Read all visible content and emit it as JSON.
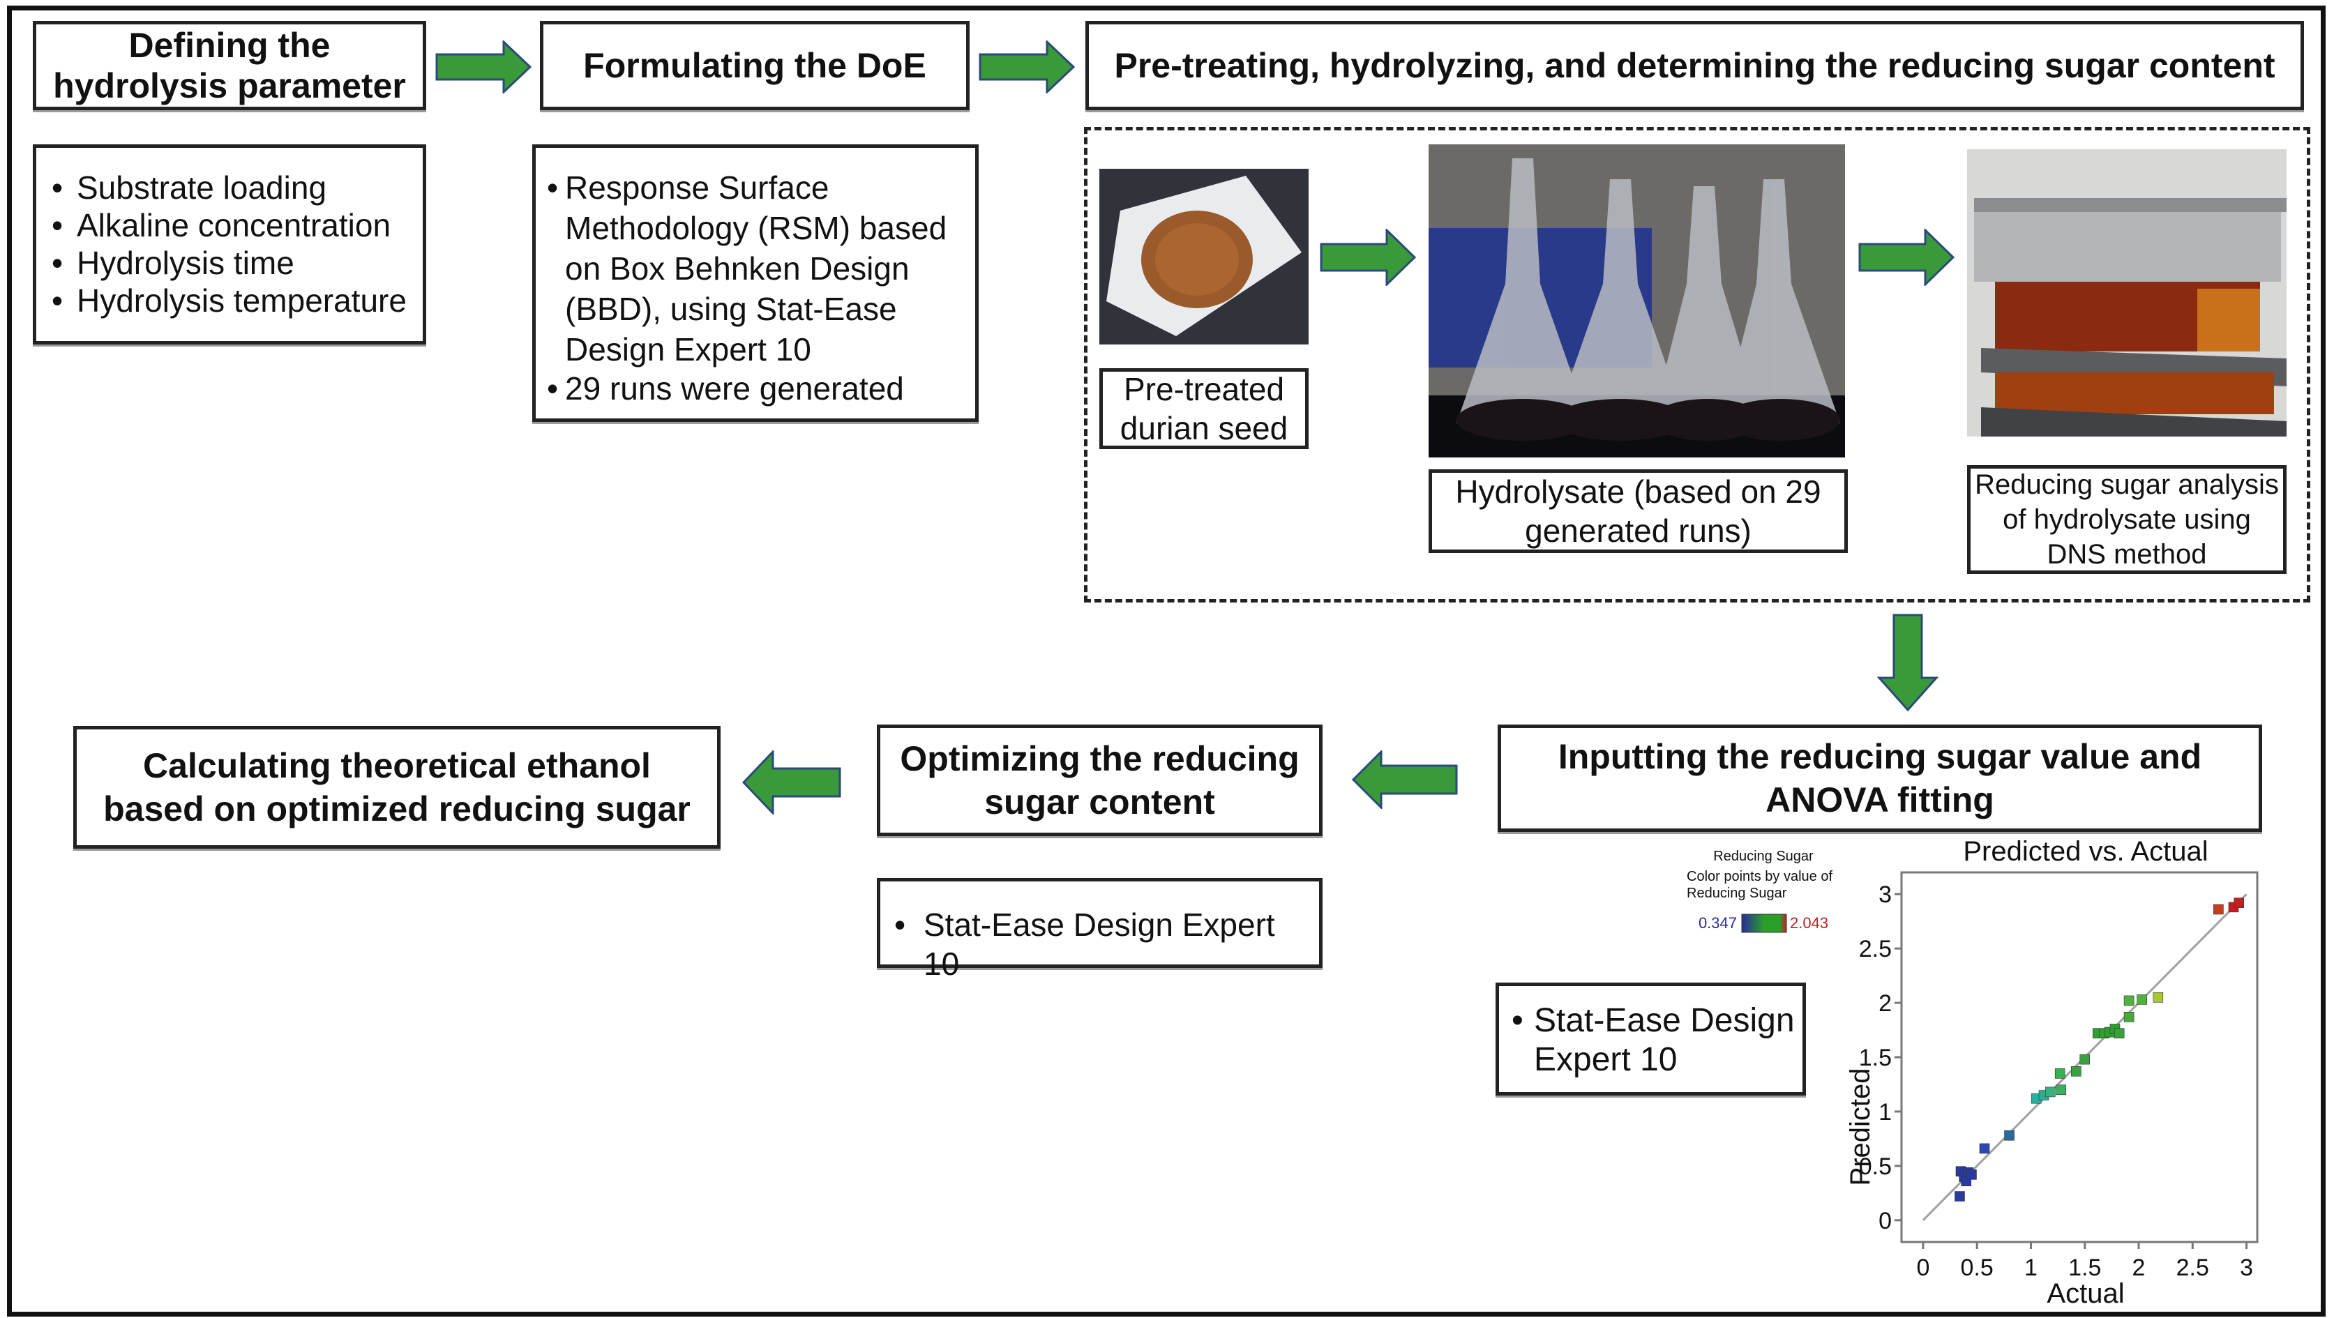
{
  "steps": {
    "define": {
      "title_line1": "Defining the",
      "title_line2": "hydrolysis parameter",
      "bullets": [
        "Substrate loading",
        "Alkaline concentration",
        "Hydrolysis time",
        "Hydrolysis temperature"
      ]
    },
    "doe": {
      "title": "Formulating the DoE",
      "bullets": [
        "Response Surface Methodology (RSM) based on Box Behnken Design (BBD), using Stat-Ease Design Expert 10",
        "29 runs were generated"
      ]
    },
    "pretreat": {
      "title": "Pre-treating, hydrolyzing, and determining the reducing sugar content",
      "photos": [
        {
          "icon": "durian-seed-powder-photo",
          "label": "Pre-treated durian seed"
        },
        {
          "icon": "hydrolysate-flasks-photo",
          "label": "Hydrolysate (based on 29 generated runs)"
        },
        {
          "icon": "test-tubes-rack-photo",
          "label": "Reducing sugar analysis of hydrolysate using DNS method"
        }
      ]
    },
    "anova": {
      "title_line1": "Inputting the reducing sugar value and",
      "title_line2": "ANOVA fitting",
      "bullets": [
        "Stat-Ease Design Expert 10"
      ]
    },
    "optimize": {
      "title_line1": "Optimizing the reducing",
      "title_line2": "sugar content",
      "bullets": [
        "Stat-Ease Design Expert 10"
      ]
    },
    "ethanol": {
      "title_line1": "Calculating theoretical ethanol",
      "title_line2": "based on optimized reducing sugar"
    }
  },
  "arrows": {
    "color": "#3a9a3a",
    "edge_color": "#2a4a7a",
    "icons": [
      "arrow-right-icon",
      "arrow-right-icon",
      "arrow-right-icon",
      "arrow-right-icon",
      "arrow-down-icon",
      "arrow-left-icon",
      "arrow-left-icon"
    ]
  },
  "chart_data": {
    "type": "scatter",
    "title": "Predicted vs. Actual",
    "xlabel": "Actual",
    "ylabel": "Predicted",
    "xlim": [
      -0.2,
      3.1
    ],
    "ylim": [
      -0.2,
      3.2
    ],
    "xticks": [
      "0",
      "0.5",
      "1",
      "1.5",
      "2",
      "2.5",
      "3"
    ],
    "yticks": [
      "0",
      "0.5",
      "1",
      "1.5",
      "2",
      "2.5",
      "3"
    ],
    "reference_line": {
      "from": [
        0,
        0
      ],
      "to": [
        3,
        3
      ]
    },
    "legend": {
      "title": "Reducing Sugar",
      "subtitle_line1": "Color points by value of",
      "subtitle_line2": "Reducing Sugar",
      "min_label": "0.347",
      "max_label": "2.043",
      "min_color": "#2a2a9a",
      "mid_color": "#2aa02a",
      "max_color": "#c02020",
      "placement": "top-left"
    },
    "points": [
      {
        "x": 0.34,
        "y": 0.22,
        "color": "#2a3aa0"
      },
      {
        "x": 0.35,
        "y": 0.45,
        "color": "#2a3aa0"
      },
      {
        "x": 0.38,
        "y": 0.4,
        "color": "#2a3aa0"
      },
      {
        "x": 0.4,
        "y": 0.36,
        "color": "#2a3aa0"
      },
      {
        "x": 0.42,
        "y": 0.44,
        "color": "#2a3aa0"
      },
      {
        "x": 0.45,
        "y": 0.42,
        "color": "#2a3aa0"
      },
      {
        "x": 0.57,
        "y": 0.66,
        "color": "#2a4ab0"
      },
      {
        "x": 0.8,
        "y": 0.78,
        "color": "#2a6a9a"
      },
      {
        "x": 1.05,
        "y": 1.12,
        "color": "#2ab0a0"
      },
      {
        "x": 1.12,
        "y": 1.15,
        "color": "#2ab090"
      },
      {
        "x": 1.18,
        "y": 1.18,
        "color": "#3ab080"
      },
      {
        "x": 1.28,
        "y": 1.2,
        "color": "#3ab060"
      },
      {
        "x": 1.27,
        "y": 1.35,
        "color": "#3ab050"
      },
      {
        "x": 1.42,
        "y": 1.37,
        "color": "#3aa040"
      },
      {
        "x": 1.5,
        "y": 1.48,
        "color": "#3aa040"
      },
      {
        "x": 1.62,
        "y": 1.72,
        "color": "#2ea02e"
      },
      {
        "x": 1.68,
        "y": 1.72,
        "color": "#2ea02e"
      },
      {
        "x": 1.73,
        "y": 1.73,
        "color": "#2ea02e"
      },
      {
        "x": 1.78,
        "y": 1.76,
        "color": "#2ea02e"
      },
      {
        "x": 1.82,
        "y": 1.72,
        "color": "#3aa03a"
      },
      {
        "x": 1.91,
        "y": 1.87,
        "color": "#4aa83a"
      },
      {
        "x": 1.91,
        "y": 2.02,
        "color": "#50b040"
      },
      {
        "x": 2.03,
        "y": 2.03,
        "color": "#50b040"
      },
      {
        "x": 2.18,
        "y": 2.05,
        "color": "#a8c830"
      },
      {
        "x": 2.74,
        "y": 2.86,
        "color": "#c04020"
      },
      {
        "x": 2.88,
        "y": 2.88,
        "color": "#c02020"
      },
      {
        "x": 2.93,
        "y": 2.92,
        "color": "#c02020"
      }
    ]
  }
}
